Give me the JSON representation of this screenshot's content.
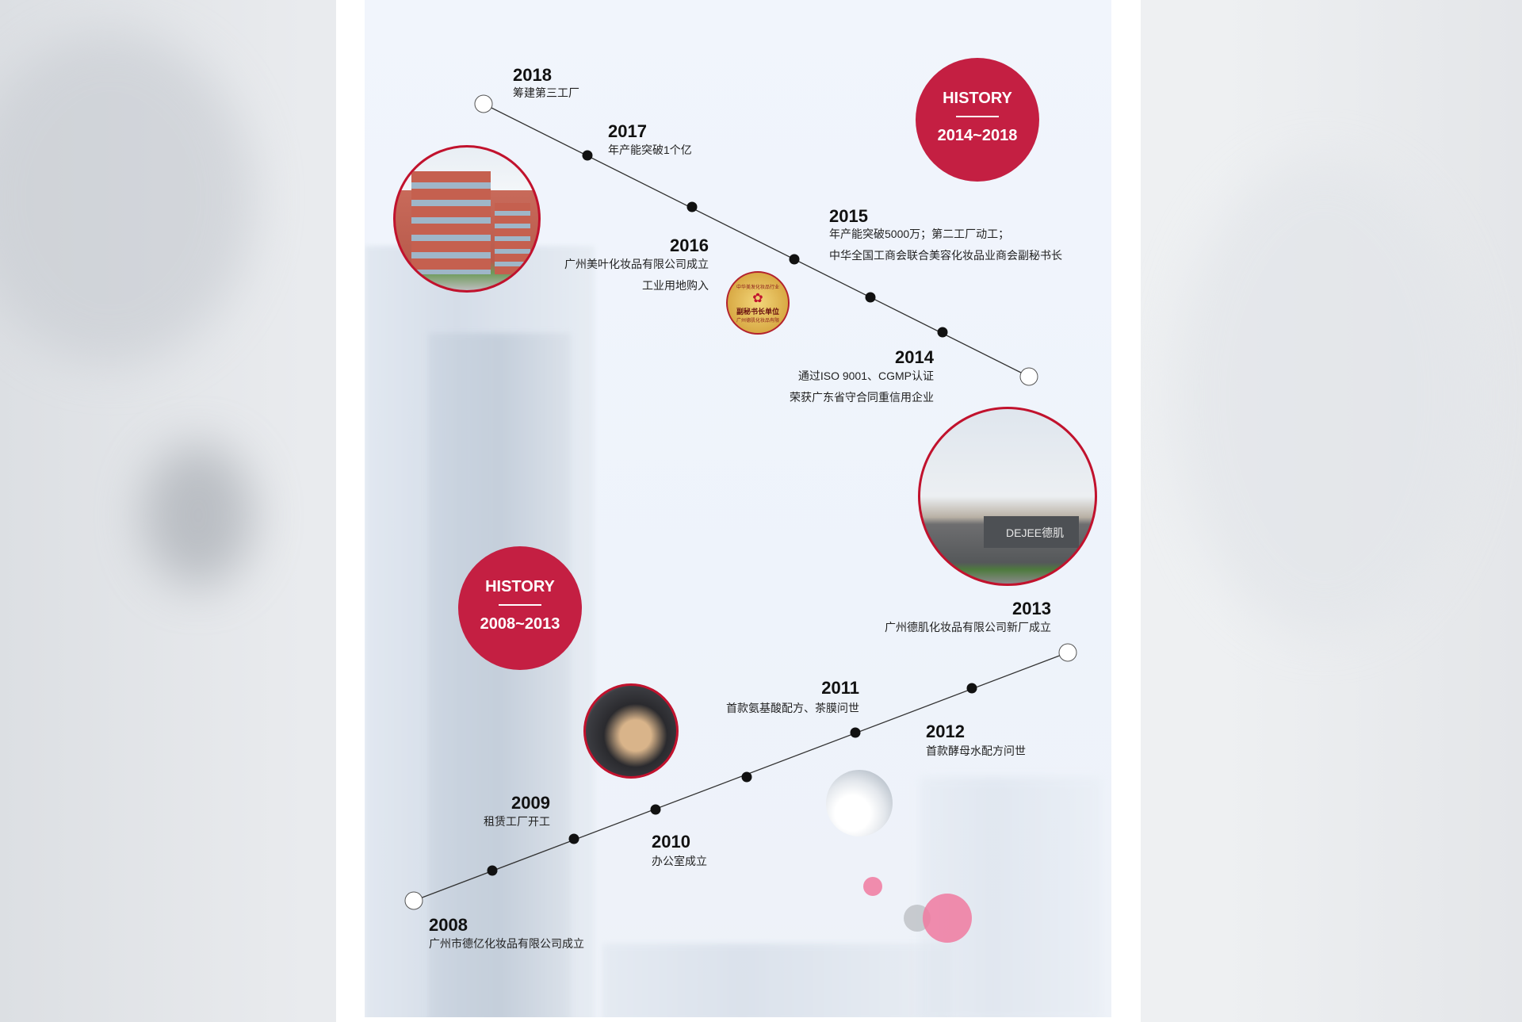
{
  "sections": [
    {
      "history_label": "HISTORY",
      "period": "2014~2018"
    },
    {
      "history_label": "HISTORY",
      "period": "2008~2013"
    }
  ],
  "events": {
    "y2018": {
      "year": "2018",
      "lines": [
        "筹建第三工厂"
      ]
    },
    "y2017": {
      "year": "2017",
      "lines": [
        "年产能突破1个亿"
      ]
    },
    "y2016": {
      "year": "2016",
      "lines": [
        "广州美叶化妆品有限公司成立",
        "工业用地购入"
      ]
    },
    "y2015": {
      "year": "2015",
      "lines": [
        "年产能突破5000万；第二工厂动工；",
        "中华全国工商会联合美容化妆品业商会副秘书长"
      ]
    },
    "y2014": {
      "year": "2014",
      "lines": [
        "通过ISO 9001、CGMP认证",
        "荣获广东省守合同重信用企业"
      ]
    },
    "y2013": {
      "year": "2013",
      "lines": [
        "广州德肌化妆品有限公司新厂成立"
      ]
    },
    "y2012": {
      "year": "2012",
      "lines": [
        "首款酵母水配方问世"
      ]
    },
    "y2011": {
      "year": "2011",
      "lines": [
        "首款氨基酸配方、茶膜问世"
      ]
    },
    "y2010": {
      "year": "2010",
      "lines": [
        "办公室成立"
      ]
    },
    "y2009": {
      "year": "2009",
      "lines": [
        "租赁工厂开工"
      ]
    },
    "y2008": {
      "year": "2008",
      "lines": [
        "广州市德亿化妆品有限公司成立"
      ]
    }
  },
  "badge": {
    "top_text": "中华美发化妆品行业",
    "center_text": "副秘书长单位",
    "bottom_text": "广州德肌化妆品有限"
  },
  "sign": {
    "text": "DEJEE德肌"
  },
  "colors": {
    "accent": "#c41f42",
    "pink": "#f07aa0",
    "gray": "#c0c3c8"
  }
}
